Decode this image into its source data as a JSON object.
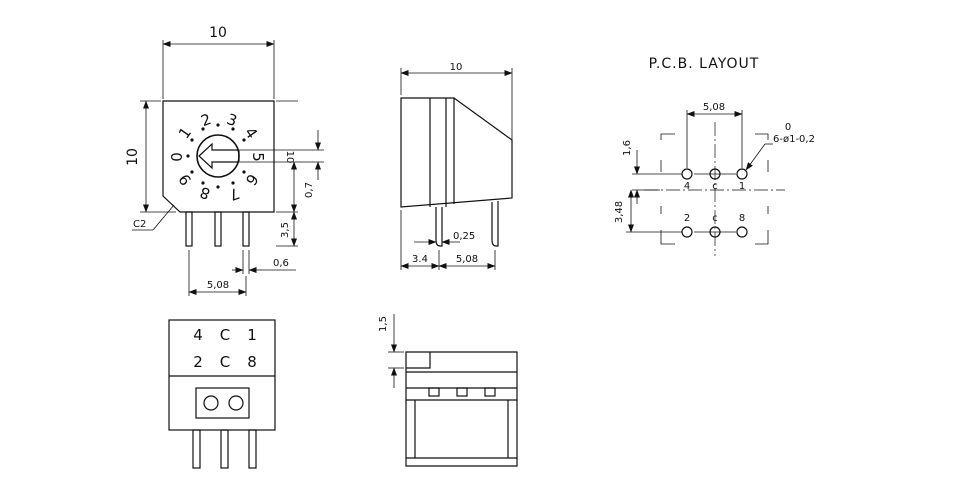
{
  "front_view": {
    "width_label": "10",
    "height_label": "10",
    "chamfer_label": "C2",
    "dial_numbers": [
      "0",
      "1",
      "2",
      "3",
      "4",
      "5",
      "6",
      "7",
      "8",
      "9"
    ],
    "dial_arrow_label": "10",
    "side_dim_07": "0,7",
    "side_dim_35": "3,5",
    "pin_gap_label": "0,6",
    "pin_pitch_label": "5,08"
  },
  "side_view": {
    "width_label": "10",
    "pin_offset_label": "3.4",
    "pin_thickness_label": "0,25",
    "pin_pitch_label": "5,08"
  },
  "pcb_layout": {
    "title": "P.C.B. LAYOUT",
    "pitch_label": "5,08",
    "hole_note_top": "0",
    "hole_note": "6-ø1-0,2",
    "dim_16": "1,6",
    "dim_348": "3,48",
    "top_pins": [
      "4",
      "c",
      "1"
    ],
    "bottom_pins": [
      "2",
      "c",
      "8"
    ]
  },
  "bottom_view": {
    "row1": [
      "4",
      "C",
      "1"
    ],
    "row2": [
      "2",
      "C",
      "8"
    ]
  },
  "rear_view": {
    "height_label": "1,5"
  }
}
